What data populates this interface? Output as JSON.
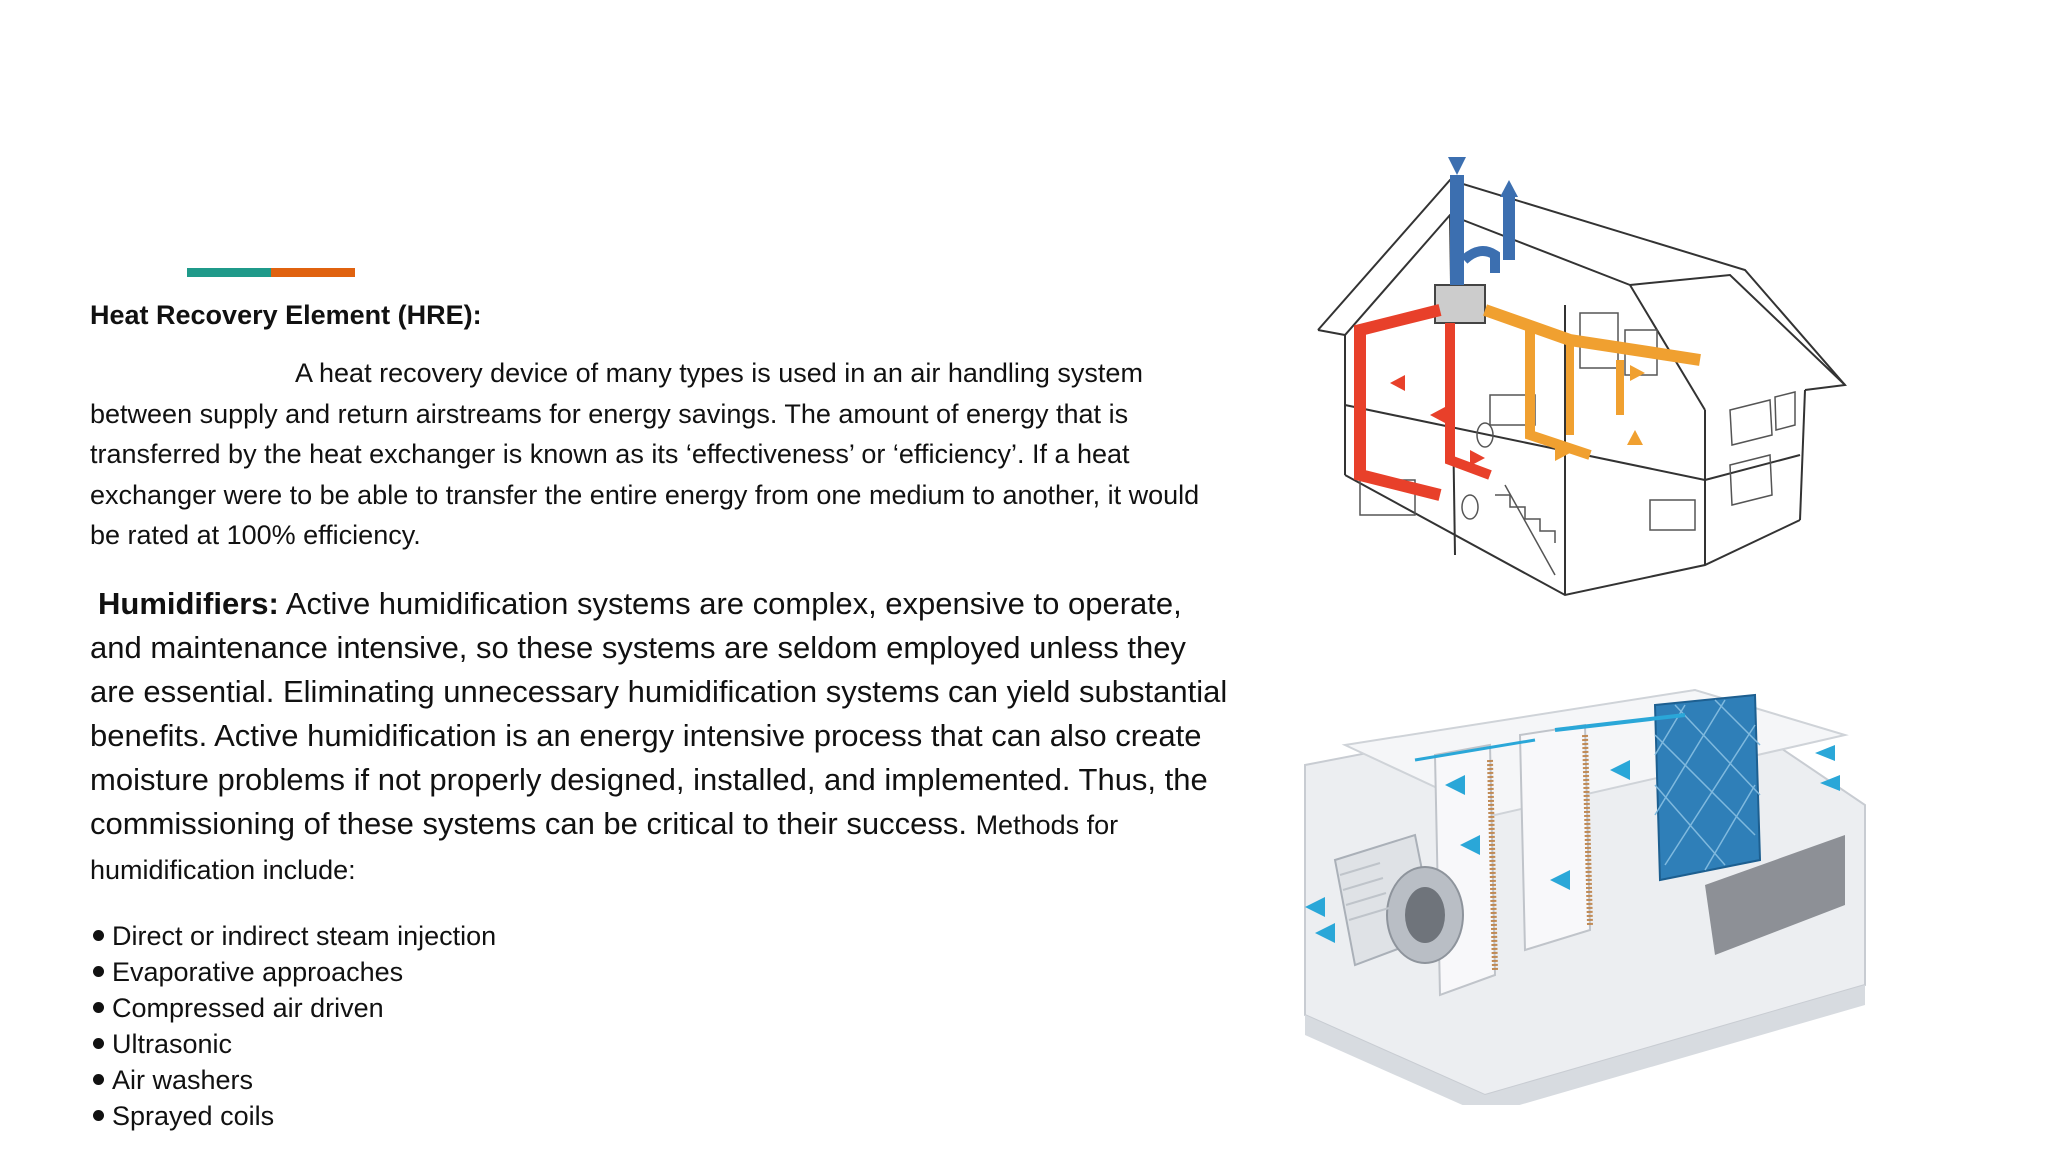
{
  "colors": {
    "accent_teal": "#1f9a8a",
    "accent_orange": "#e0620f",
    "supply_duct": "#f0a030",
    "exhaust_duct": "#e8402a",
    "vent_blue": "#3c6fb0"
  },
  "hre": {
    "heading": "Heat Recovery Element (HRE):",
    "body": "A heat recovery device of many types is used in an air handling system between supply and return airstreams for energy savings. The amount of energy that is transferred by the heat exchanger is known as its ‘effectiveness’ or ‘efficiency’. If a heat exchanger were to be able to transfer the entire energy from one medium to another, it would be rated at 100% efficiency."
  },
  "humidifiers": {
    "label": "Humidifiers:",
    "body": " Active humidification systems are complex, expensive to operate, and maintenance intensive, so these systems are seldom employed unless they are essential. Eliminating unnecessary humidification systems can yield substantial benefits. Active humidification is an energy intensive process that can also create moisture problems if not properly designed, installed, and implemented. Thus, the commissioning of these systems can be critical to their success. ",
    "methods_intro": "Methods for humidification include:",
    "methods": [
      "Direct or indirect steam injection",
      "Evaporative approaches",
      "Compressed air driven",
      "Ultrasonic",
      "Air washers",
      "Sprayed coils"
    ]
  },
  "illustrations": {
    "house": "house-hrv-ductwork-illustration",
    "ahu": "air-handling-unit-cutaway-illustration"
  }
}
